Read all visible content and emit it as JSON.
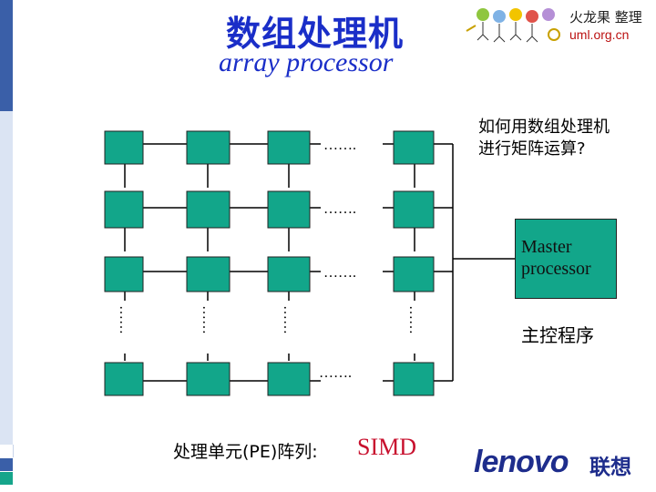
{
  "slide": {
    "title_cn": "数组处理机",
    "title_en": "array processor",
    "question_lines": [
      "如何用数组处理机",
      "进行矩阵运算?"
    ],
    "master_lines": [
      "Master",
      "processor"
    ],
    "main_program": "主控程序",
    "pe_label": "处理单元(PE)阵列:",
    "simd": "SIMD"
  },
  "diagram": {
    "row_ellipsis": "…….",
    "col_ellipsis": "……",
    "pe_color": "#12a68a",
    "line_color": "#000000"
  },
  "logos": {
    "umlchina_line1": "火龙果 整理",
    "umlchina_line2": "uml.org.cn",
    "lenovo_word": "lenovo",
    "lenovo_cn": "联想"
  },
  "theme": {
    "title_color": "#1a2ec8",
    "simd_color": "#c8102e",
    "strip_dark": "#3a5fa8",
    "strip_light": "#dbe4f3"
  }
}
